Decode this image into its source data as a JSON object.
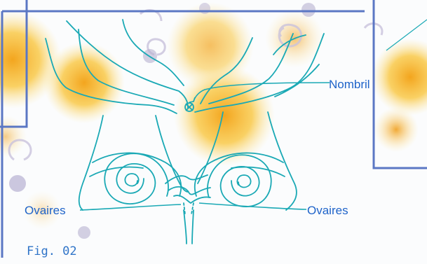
{
  "labels": {
    "navel": "Nombril",
    "ovaries_left": "Ovaires",
    "ovaries_right": "Ovaires"
  },
  "caption": "Fig. 02",
  "colors": {
    "line": "#1aa9b5",
    "label": "#1e63c9",
    "frame": "#5b77c4",
    "flower": "#f7b733",
    "swirl": "#b9b1cf"
  }
}
